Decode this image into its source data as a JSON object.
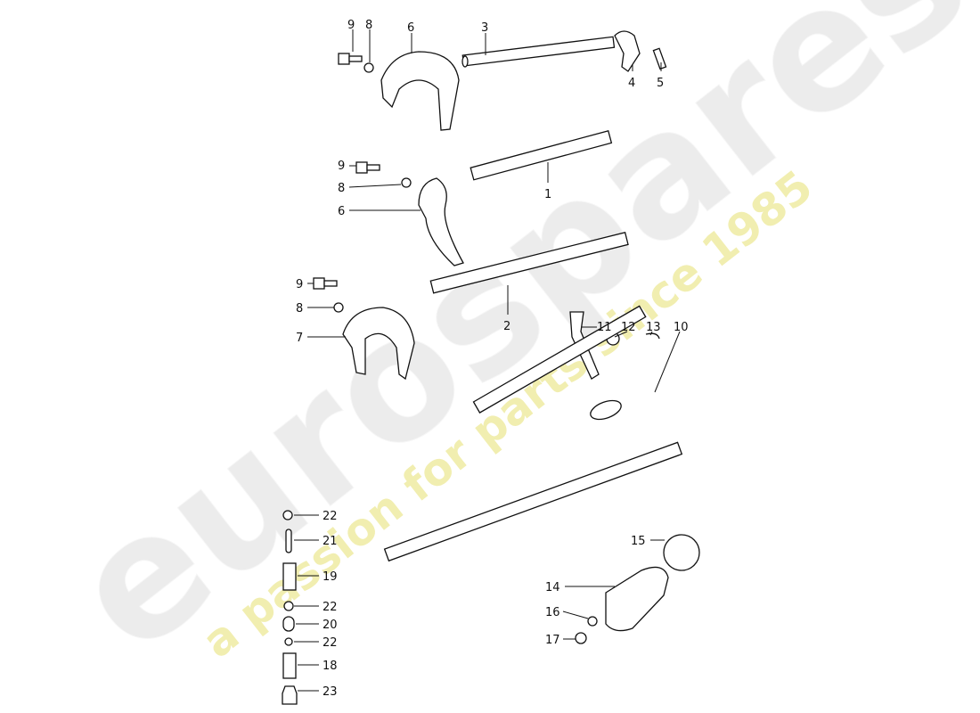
{
  "watermark": {
    "brand": "eurospares",
    "tagline": "a passion for parts since 1985",
    "brand_color": "#e8e8e8",
    "tagline_color": "#f3f0a8"
  },
  "callouts": [
    {
      "id": "9",
      "part": "bolt"
    },
    {
      "id": "8",
      "part": "washer"
    },
    {
      "id": "6",
      "part": "shift-fork"
    },
    {
      "id": "3",
      "part": "selector-rod"
    },
    {
      "id": "4",
      "part": "lever"
    },
    {
      "id": "5",
      "part": "pin"
    },
    {
      "id": "9",
      "part": "bolt"
    },
    {
      "id": "8",
      "part": "washer"
    },
    {
      "id": "6",
      "part": "shift-fork"
    },
    {
      "id": "1",
      "part": "selector-rod"
    },
    {
      "id": "9",
      "part": "bolt"
    },
    {
      "id": "8",
      "part": "washer"
    },
    {
      "id": "7",
      "part": "shift-fork"
    },
    {
      "id": "2",
      "part": "selector-rod"
    },
    {
      "id": "11",
      "part": "lever"
    },
    {
      "id": "12",
      "part": "bushing"
    },
    {
      "id": "13",
      "part": "clip"
    },
    {
      "id": "10",
      "part": "shift-rod"
    },
    {
      "id": "22",
      "part": "ball"
    },
    {
      "id": "21",
      "part": "pin"
    },
    {
      "id": "19",
      "part": "spring"
    },
    {
      "id": "22",
      "part": "ball"
    },
    {
      "id": "20",
      "part": "plunger"
    },
    {
      "id": "22",
      "part": "ball"
    },
    {
      "id": "18",
      "part": "spring"
    },
    {
      "id": "23",
      "part": "plug"
    },
    {
      "id": "15",
      "part": "o-ring"
    },
    {
      "id": "14",
      "part": "guide"
    },
    {
      "id": "16",
      "part": "washer"
    },
    {
      "id": "17",
      "part": "nut"
    }
  ]
}
